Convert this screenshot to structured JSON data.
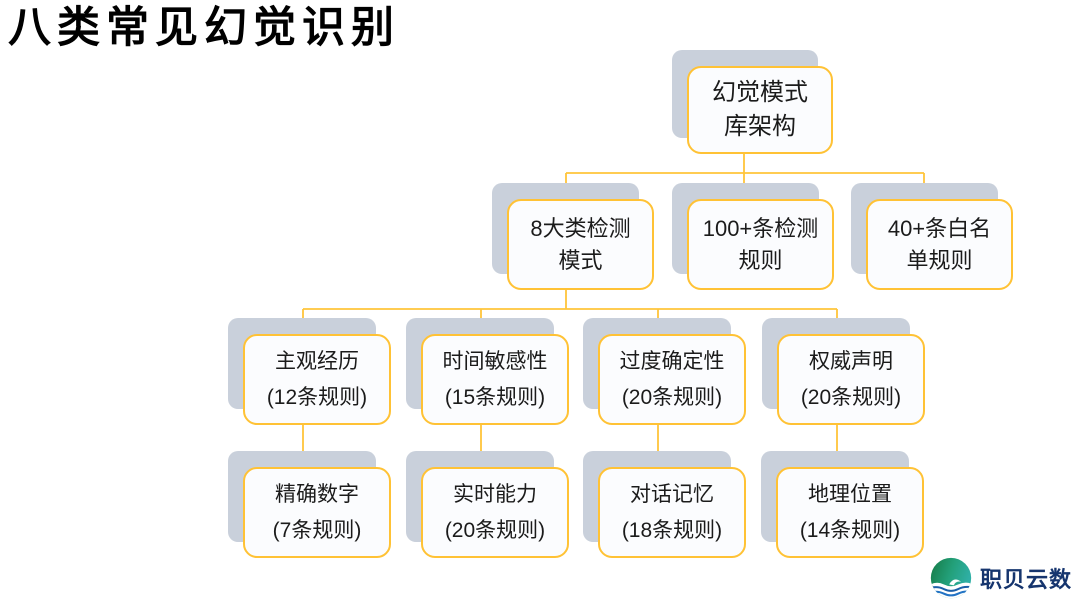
{
  "title": "八类常见幻觉识别",
  "colors": {
    "node_border": "#FFC235",
    "connector": "#FFC53A",
    "node_shadow": "#C9D0DB",
    "node_fill": "#FBFCFE",
    "text": "#1B1B1B",
    "logo_text": "#16356E",
    "logo_green": "#1E8A4F",
    "logo_teal": "#2FAFA5",
    "logo_wave_blue": "#1B5FA8"
  },
  "tree": {
    "root": {
      "text": "幻觉模式\n库架构"
    },
    "level2": [
      {
        "text": "8大类检测\n模式"
      },
      {
        "text": "100+条检测\n规则"
      },
      {
        "text": "40+条白名\n单规则"
      }
    ],
    "level3": [
      {
        "name": "主观经历",
        "rules": "(12条规则)"
      },
      {
        "name": "时间敏感性",
        "rules": "(15条规则)"
      },
      {
        "name": "过度确定性",
        "rules": "(20条规则)"
      },
      {
        "name": "权威声明",
        "rules": "(20条规则)"
      }
    ],
    "level4": [
      {
        "name": "精确数字",
        "rules": "(7条规则)"
      },
      {
        "name": "实时能力",
        "rules": "(20条规则)"
      },
      {
        "name": "对话记忆",
        "rules": "(18条规则)"
      },
      {
        "name": "地理位置",
        "rules": "(14条规则)"
      }
    ]
  },
  "logo": {
    "text": "职贝云数",
    "icon": "globe-wave-icon"
  }
}
